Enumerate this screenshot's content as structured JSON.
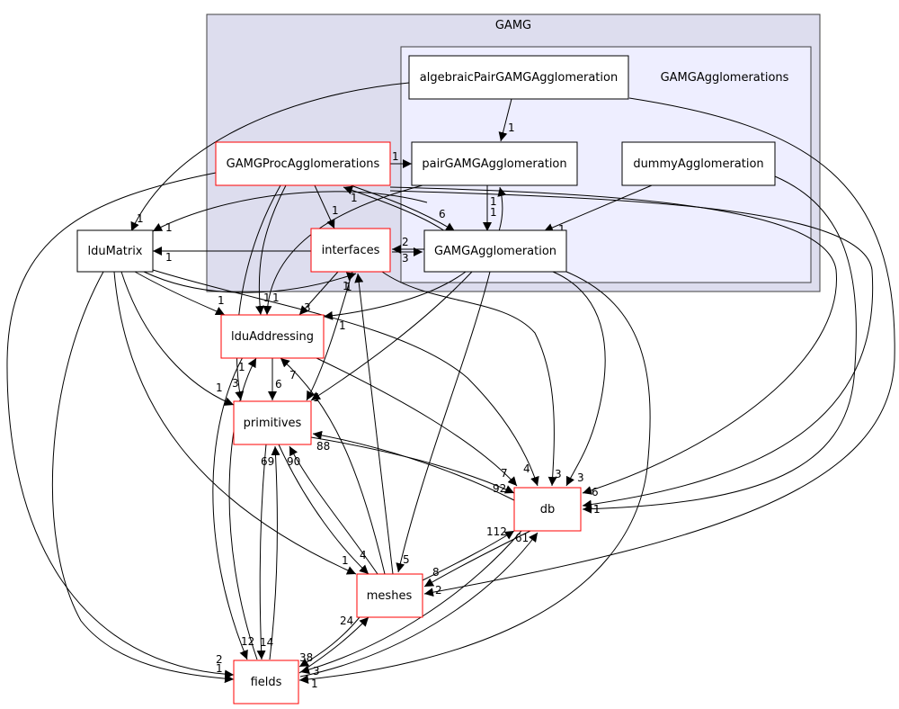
{
  "colors": {
    "outer_cluster_fill": "#ddddee",
    "outer_cluster_stroke": "#404040",
    "inner_cluster_fill": "#eeeeff",
    "inner_cluster_stroke": "#404040",
    "node_border_default": "#000000",
    "node_border_incomplete": "#ff0000",
    "edge": "#000000"
  },
  "clusters": {
    "outer": {
      "label": "GAMG"
    },
    "inner": {
      "label": "GAMGAgglomerations"
    }
  },
  "nodes": {
    "algebraicPairGAMGAgglomeration": {
      "label": "algebraicPairGAMGAgglomeration",
      "border": "default"
    },
    "pairGAMGAgglomeration": {
      "label": "pairGAMGAgglomeration",
      "border": "default"
    },
    "dummyAgglomeration": {
      "label": "dummyAgglomeration",
      "border": "default"
    },
    "GAMGAgglomeration": {
      "label": "GAMGAgglomeration",
      "border": "default"
    },
    "GAMGProcAgglomerations": {
      "label": "GAMGProcAgglomerations",
      "border": "incomplete"
    },
    "interfaces": {
      "label": "interfaces",
      "border": "incomplete"
    },
    "lduMatrix": {
      "label": "lduMatrix",
      "border": "default"
    },
    "lduAddressing": {
      "label": "lduAddressing",
      "border": "incomplete"
    },
    "primitives": {
      "label": "primitives",
      "border": "incomplete"
    },
    "db": {
      "label": "db",
      "border": "incomplete"
    },
    "meshes": {
      "label": "meshes",
      "border": "incomplete"
    },
    "fields": {
      "label": "fields",
      "border": "incomplete"
    }
  },
  "edge_labels": {
    "algebraicPair_pairGAMG": "1",
    "algebraicPair_lduMatrix": "1",
    "algebraicPair_meshes": "2",
    "dummy_GAMGAgg": "1",
    "dummy_db": "1",
    "pairGAMG_GAMGAgg": "1",
    "pairGAMG_lduAddressing": "1",
    "GAMGAgg_pairGAMG": "1",
    "GAMGAgg_interfaces": "2",
    "GAMGAgg_GAMGProc": "1",
    "GAMGAgg_lduAddressing": "1",
    "GAMGAgg_primitives": "4",
    "GAMGAgg_db": "3",
    "GAMGAgg_meshes": "5",
    "GAMGAgg_fields": "1",
    "GAMGProc_pairGAMG": "1",
    "GAMGProc_GAMGAgg": "6",
    "GAMGProc_interfaces": "1",
    "GAMGProc_lduMatrix": "1",
    "GAMGProc_lduAddressing": "1",
    "GAMGProc_primitives": "3",
    "GAMGProc_db_a": "6",
    "GAMGProc_db_b": "1",
    "GAMGProc_fields": "2",
    "interfaces_GAMGAgg": "3",
    "interfaces_lduMatrix": "1",
    "interfaces_lduAddressing": "3",
    "interfaces_primitives": "1",
    "interfaces_db": "3",
    "lduMatrix_lduAddressing": "1",
    "lduMatrix_interfaces": "1",
    "lduMatrix_primitives": "1",
    "lduMatrix_db": "4",
    "lduMatrix_meshes": "1",
    "lduMatrix_fields": "1",
    "lduAddressing_primitives": "6",
    "lduAddressing_db": "7",
    "lduAddressing_fields": "12",
    "primitives_db": "92",
    "primitives_fields": "14",
    "primitives_meshes": "4",
    "db_primitives": "88",
    "db_meshes": "8",
    "db_fields": "38",
    "meshes_primitives": "90",
    "meshes_lduAddressing": "7",
    "meshes_interfaces": "1",
    "meshes_db": "112",
    "meshes_fields": "24",
    "fields_primitives": "69",
    "fields_lduAddressing": "1",
    "fields_db": "61",
    "fields_meshes": "3"
  }
}
